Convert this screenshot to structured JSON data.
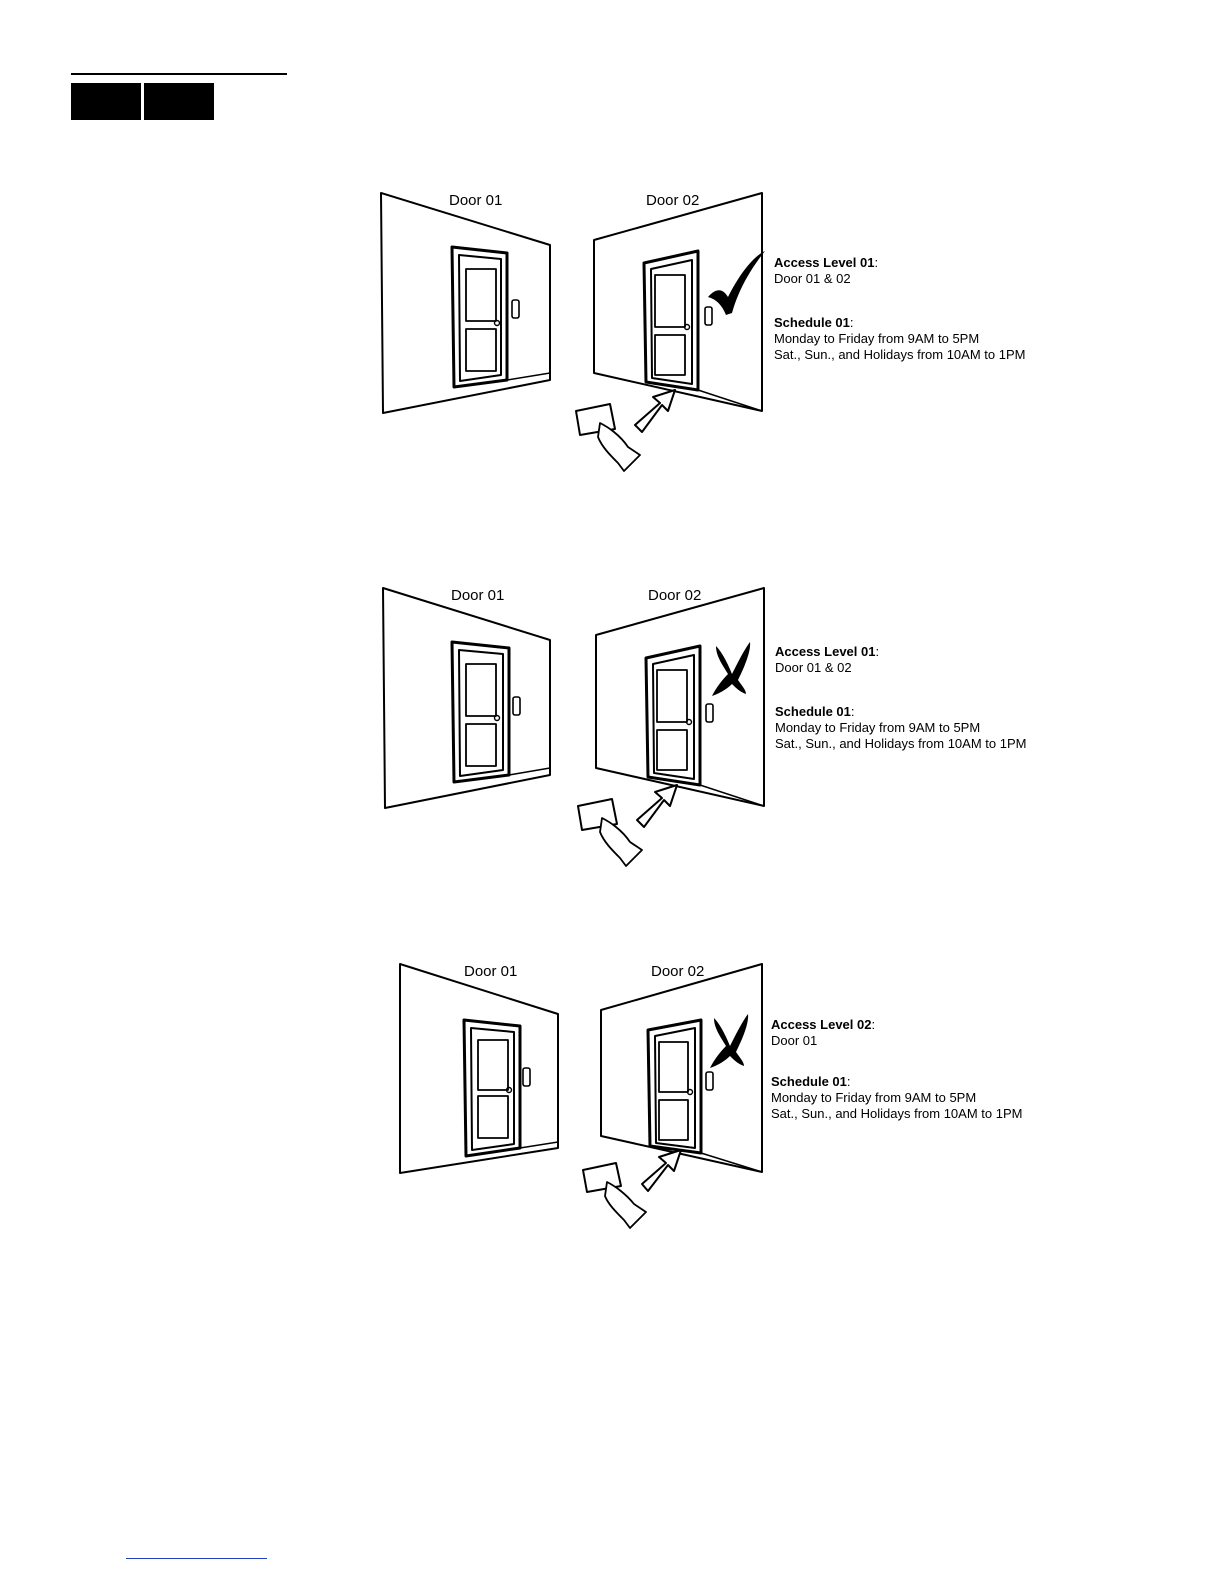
{
  "scenes": [
    {
      "door_left_label": "Door 01",
      "door_right_label": "Door 02",
      "result_icon": "check-icon",
      "access_level_heading": "Access Level 01",
      "access_level_doors": "Door 01 & 02",
      "schedule_heading": "Schedule 01",
      "schedule_weekdays": "Monday to Friday from 9AM to 5PM",
      "schedule_weekend": "Sat., Sun., and Holidays  from 10AM to 1PM"
    },
    {
      "door_left_label": "Door 01",
      "door_right_label": "Door 02",
      "result_icon": "cross-icon",
      "access_level_heading": "Access Level 01",
      "access_level_doors": "Door 01 & 02",
      "schedule_heading": "Schedule 01",
      "schedule_weekdays": "Monday to Friday from 9AM to 5PM",
      "schedule_weekend": "Sat., Sun., and Holidays from 10AM to 1PM"
    },
    {
      "door_left_label": "Door 01",
      "door_right_label": "Door 02",
      "result_icon": "cross-icon",
      "access_level_heading": "Access Level 02",
      "access_level_doors": "Door 01",
      "schedule_heading": "Schedule 01",
      "schedule_weekdays": "Monday to Friday from 9AM to 5PM",
      "schedule_weekend": "Sat., Sun., and Holidays from 10AM to 1PM"
    }
  ]
}
